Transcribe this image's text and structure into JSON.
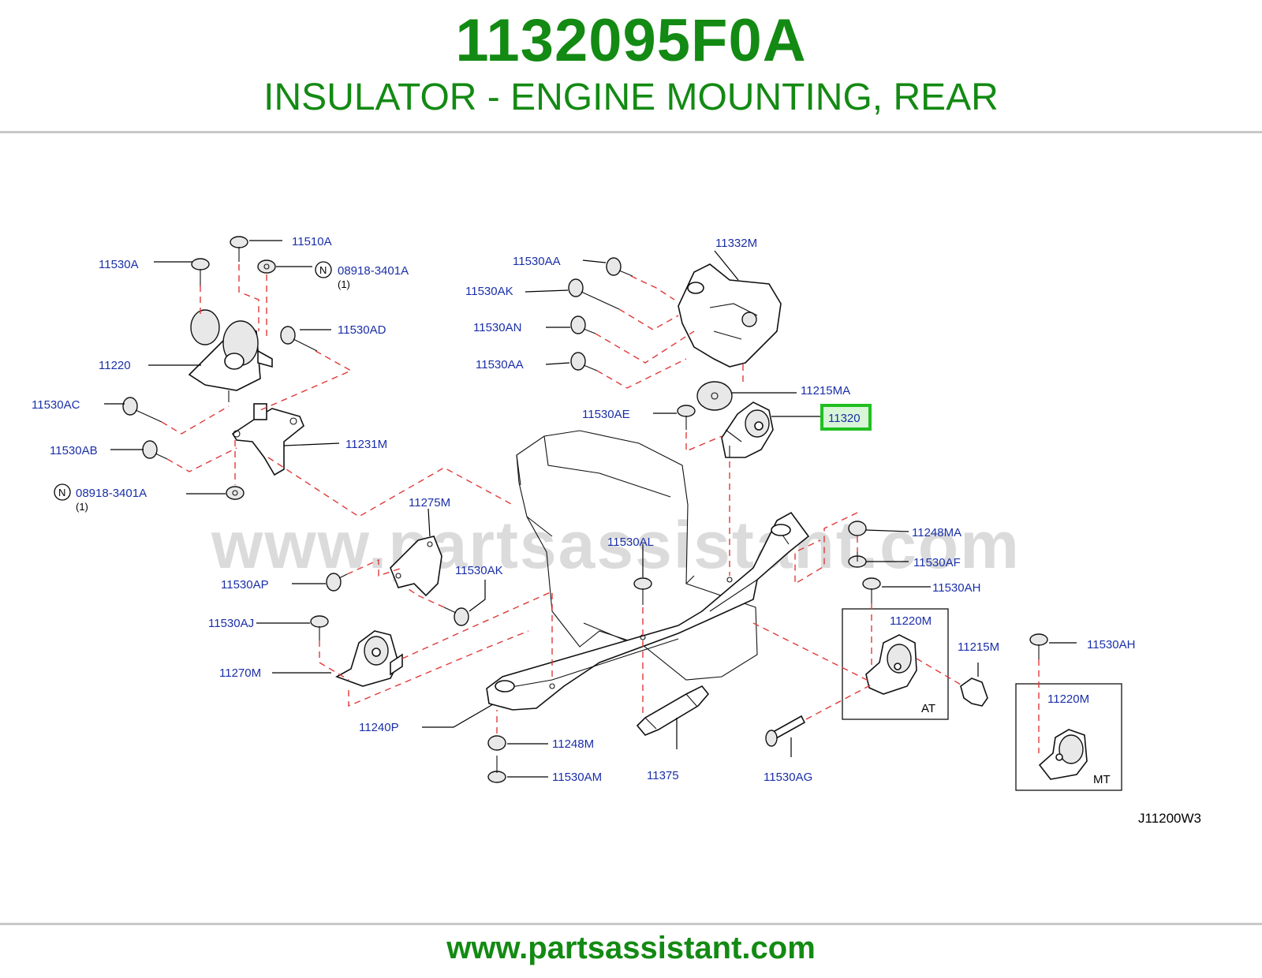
{
  "header": {
    "part_number": "1132095F0A",
    "part_description": "INSULATOR - ENGINE MOUNTING, REAR"
  },
  "diagram": {
    "drawing_code": "J11200W3",
    "watermark": "www.partsassistant.com",
    "notation_symbol": "N",
    "highlighted_part": "11320",
    "highlight_color": "#1fc01f",
    "callouts": {
      "c11510A": "11510A",
      "c11530A": "11530A",
      "c08918_1": "08918-3401A",
      "c08918_1_qty": "(1)",
      "c11530AD": "11530AD",
      "c11220": "11220",
      "c11530AC": "11530AC",
      "c11231M": "11231M",
      "c11530AB": "11530AB",
      "c08918_2": "08918-3401A",
      "c08918_2_qty": "(1)",
      "c11530AA_1": "11530AA",
      "c11332M": "11332M",
      "c11530AK_1": "11530AK",
      "c11530AN": "11530AN",
      "c11530AA_2": "11530AA",
      "c11215MA": "11215MA",
      "c11530AE": "11530AE",
      "c11320": "11320",
      "c11275M": "11275M",
      "c11530AL": "11530AL",
      "c11248MA": "11248MA",
      "c11530AF": "11530AF",
      "c11530AP": "11530AP",
      "c11530AK_2": "11530AK",
      "c11530AH_1": "11530AH",
      "c11530AJ": "11530AJ",
      "c11220M_1": "11220M",
      "c11215M": "11215M",
      "c11530AH_2": "11530AH",
      "c11270M": "11270M",
      "c11240P": "11240P",
      "c11248M": "11248M",
      "c11530AM": "11530AM",
      "c11375": "11375",
      "c11530AG": "11530AG",
      "c11220M_2": "11220M"
    },
    "box_labels": {
      "at": "AT",
      "mt": "MT"
    }
  },
  "footer": {
    "url": "www.partsassistant.com"
  },
  "colors": {
    "title_green": "#138a13",
    "callout_blue": "#1a2fa8",
    "leader_red": "#e03a3a"
  }
}
